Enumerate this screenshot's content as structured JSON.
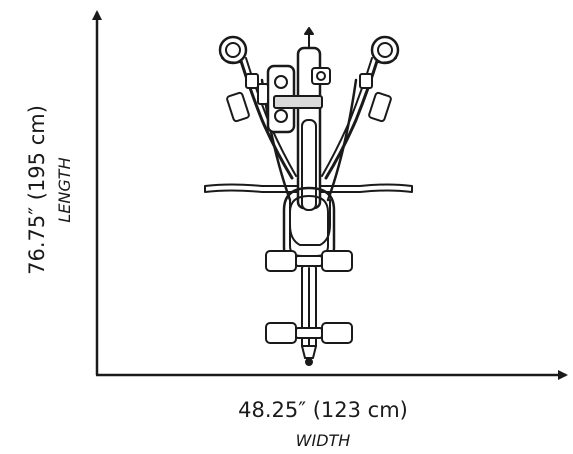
{
  "diagram": {
    "subject": "home-gym-machine-top-view",
    "width": {
      "value": "48.25″ (123 cm)",
      "label": "WIDTH"
    },
    "length": {
      "value": "76.75″ (195 cm)",
      "label": "LENGTH"
    },
    "colors": {
      "line": "#1a1a1a",
      "fill": "#ffffff",
      "shade": "#d9d9d9"
    }
  }
}
